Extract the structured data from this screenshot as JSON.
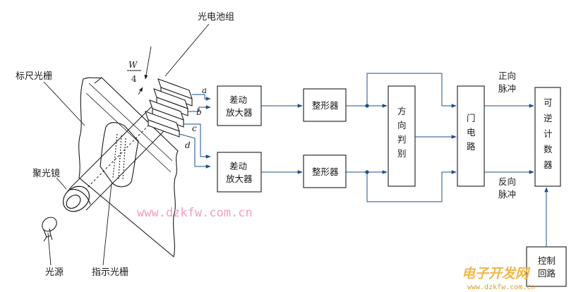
{
  "colors": {
    "line": "#1a1a1a",
    "flow": "#1d4f8a",
    "watermark": "#f0a0b8",
    "logo": "#f2b64a"
  },
  "labels": {
    "photocell_group": "光电池组",
    "scale_grating": "标尺光栅",
    "condenser_lens": "聚光镜",
    "light_source": "光源",
    "index_grating": "指示光栅",
    "quarter_w_num": "W",
    "quarter_w_den": "4",
    "signal_a": "a",
    "signal_b": "b",
    "signal_c": "c",
    "signal_d": "d",
    "forward_pulse": [
      "正向",
      "脉冲"
    ],
    "reverse_pulse": [
      "反向",
      "脉冲"
    ]
  },
  "blocks": {
    "diff_amp_1": [
      "差动",
      "放大器"
    ],
    "diff_amp_2": [
      "差动",
      "放大器"
    ],
    "shaper_1": "整形器",
    "shaper_2": "整形器",
    "direction_judge": [
      "方",
      "向",
      "判",
      "别"
    ],
    "gate_circuit": [
      "门",
      "电",
      "路"
    ],
    "reversible_counter": [
      "可",
      "逆",
      "计",
      "数",
      "器"
    ],
    "control_loop": [
      "控制",
      "回路"
    ]
  },
  "watermark": {
    "url": "www.dzkfw.com.cn",
    "logo_text": "电子开发网",
    "logo_url": "www.dzkfw.com.cn"
  }
}
